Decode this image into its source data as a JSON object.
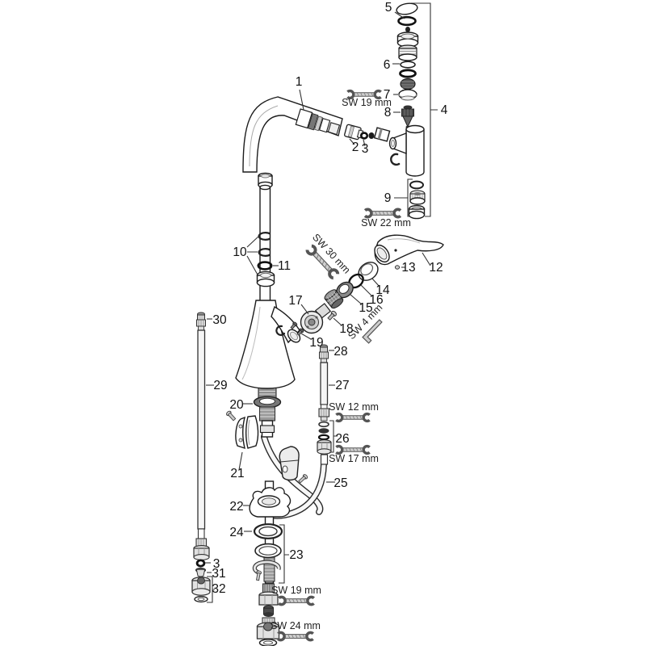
{
  "diagram": {
    "callouts": {
      "c1": "1",
      "c2": "2",
      "c3": "3",
      "c4": "4",
      "c5": "5",
      "c6": "6",
      "c7": "7",
      "c8": "8",
      "c9": "9",
      "c10": "10",
      "c11": "11",
      "c12": "12",
      "c13": "13",
      "c14": "14",
      "c15": "15",
      "c16": "16",
      "c17": "17",
      "c18": "18",
      "c19": "19",
      "c20": "20",
      "c21": "21",
      "c22": "22",
      "c23": "23",
      "c24": "24",
      "c25": "25",
      "c26": "26",
      "c27": "27",
      "c28": "28",
      "c29": "29",
      "c30": "30",
      "c31": "31",
      "c32": "32",
      "c3b": "3"
    },
    "wrench_sizes": {
      "sw19_top": "SW 19 mm",
      "sw22": "SW 22 mm",
      "sw30": "SW 30 mm",
      "sw4": "SW 4 mm",
      "sw12": "SW 12 mm",
      "sw17": "SW 17 mm",
      "sw19_bottom": "SW 19 mm",
      "sw24": "SW 24 mm"
    },
    "colors": {
      "line": "#1c1c1c",
      "background": "#ffffff"
    }
  }
}
